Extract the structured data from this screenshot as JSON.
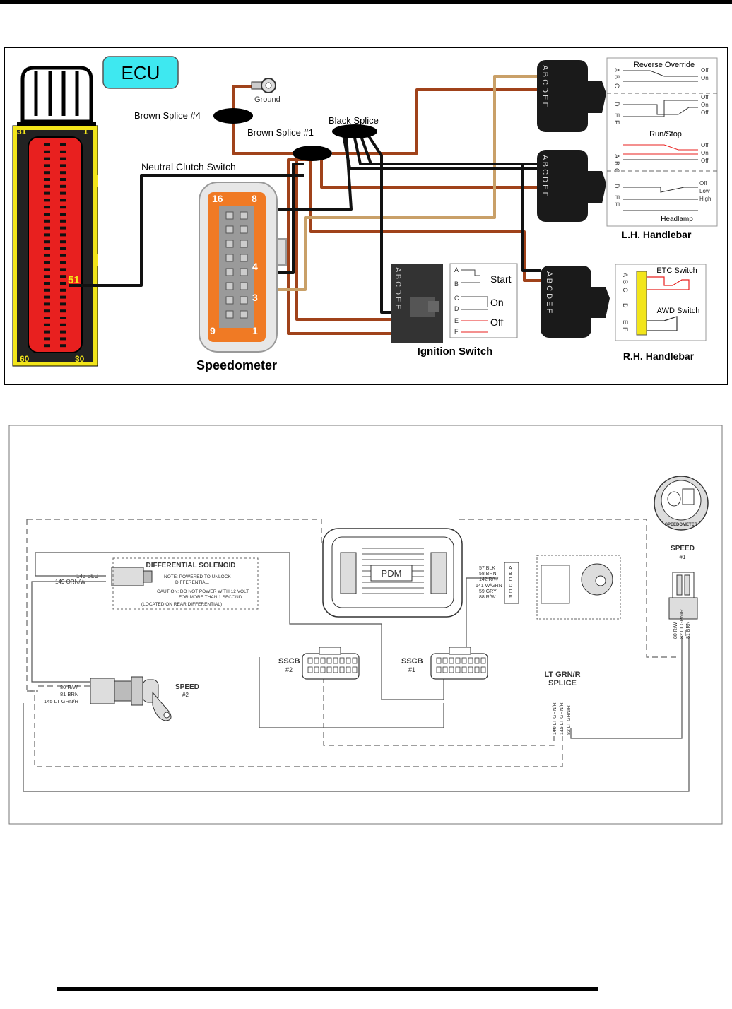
{
  "colors": {
    "brown": "#a0421a",
    "tan": "#c9a068",
    "black": "#111111",
    "red": "#e8201f",
    "cyan": "#3ee8f0",
    "orange": "#f07a24",
    "ecu_yellow": "#f2e51a"
  },
  "top_diagram": {
    "ecu_label": "ECU",
    "ecu_pins": {
      "top_left": "31",
      "top_right": "1",
      "pin_51": "51",
      "bottom_left": "60",
      "bottom_right": "30"
    },
    "ground_label": "Ground",
    "brown_splice_4": "Brown Splice #4",
    "brown_splice_1": "Brown Splice #1",
    "black_splice": "Black Splice",
    "neutral_clutch_switch": "Neutral Clutch Switch",
    "speedometer": {
      "title": "Speedometer",
      "pins": {
        "p16": "16",
        "p8": "8",
        "p4": "4",
        "p3": "3",
        "p9": "9",
        "p1": "1"
      }
    },
    "ignition_switch": {
      "title": "Ignition Switch",
      "connector_letters": "A B C D E F",
      "positions": [
        "Start",
        "On",
        "Off"
      ],
      "pin_letters": [
        "A",
        "B",
        "C",
        "D",
        "E",
        "F"
      ]
    },
    "lh_handlebar": {
      "title": "L.H. Handlebar",
      "connector_letters": "A B C D E F",
      "reverse_override": "Reverse Override",
      "run_stop": "Run/Stop",
      "headlamp": "Headlamp",
      "reverse_states": [
        "Off",
        "On"
      ],
      "run_states_a": [
        "Off",
        "On",
        "Off"
      ],
      "run_states_b": [
        "Off",
        "On",
        "Off"
      ],
      "headlamp_states": [
        "Off",
        "Low",
        "High"
      ],
      "pins_upper": [
        "A",
        "B",
        "C",
        "D",
        "E",
        "F"
      ],
      "pins_lower": [
        "A",
        "B",
        "C",
        "D",
        "E",
        "F"
      ]
    },
    "rh_handlebar": {
      "title": "R.H. Handlebar",
      "connector_letters": "A B C D E F",
      "etc_switch": "ETC Switch",
      "awd_switch": "AWD Switch",
      "pins": [
        "A",
        "B",
        "C",
        "D",
        "E",
        "F"
      ]
    }
  },
  "bottom_diagram": {
    "pdm_label": "PDM",
    "speedometer_badge": "SPEEDOMETER",
    "speed1": {
      "label": "SPEED",
      "num": "#1",
      "wires": [
        "80 R/W",
        "82 LT GRN/R",
        "81 BRN"
      ]
    },
    "speed2": {
      "label": "SPEED",
      "num": "#2",
      "wires": [
        "80 R/W",
        "81 BRN",
        "145 LT GRN/R"
      ]
    },
    "differential_solenoid": {
      "title": "DIFFERENTIAL SOLENOID",
      "wires": [
        "143 BLU",
        "149 ORN/W"
      ],
      "notes": [
        "NOTE: POWERED TO UNLOCK",
        "DIFFERENTIAL.",
        "CAUTION: DO NOT POWER WITH 12 VOLT",
        "FOR MORE THAN 1 SECOND.",
        "(LOCATED ON REAR DIFFERENTIAL)"
      ]
    },
    "sscb2": {
      "label": "SSCB",
      "num": "#2"
    },
    "sscb1": {
      "label": "SSCB",
      "num": "#1"
    },
    "handlebar_wires": [
      "57 BLK",
      "58 BRN",
      "142 R/W",
      "141 W/GRN",
      "59 GRY",
      "88 R/W"
    ],
    "handlebar_letters": [
      "A",
      "B",
      "C",
      "D",
      "E",
      "F"
    ],
    "splice": {
      "label_line1": "LT GRN/R",
      "label_line2": "SPLICE",
      "wires": [
        "140 LT GRN/R",
        "145 LT GRN/R",
        "82 LT GRN/R"
      ]
    }
  }
}
